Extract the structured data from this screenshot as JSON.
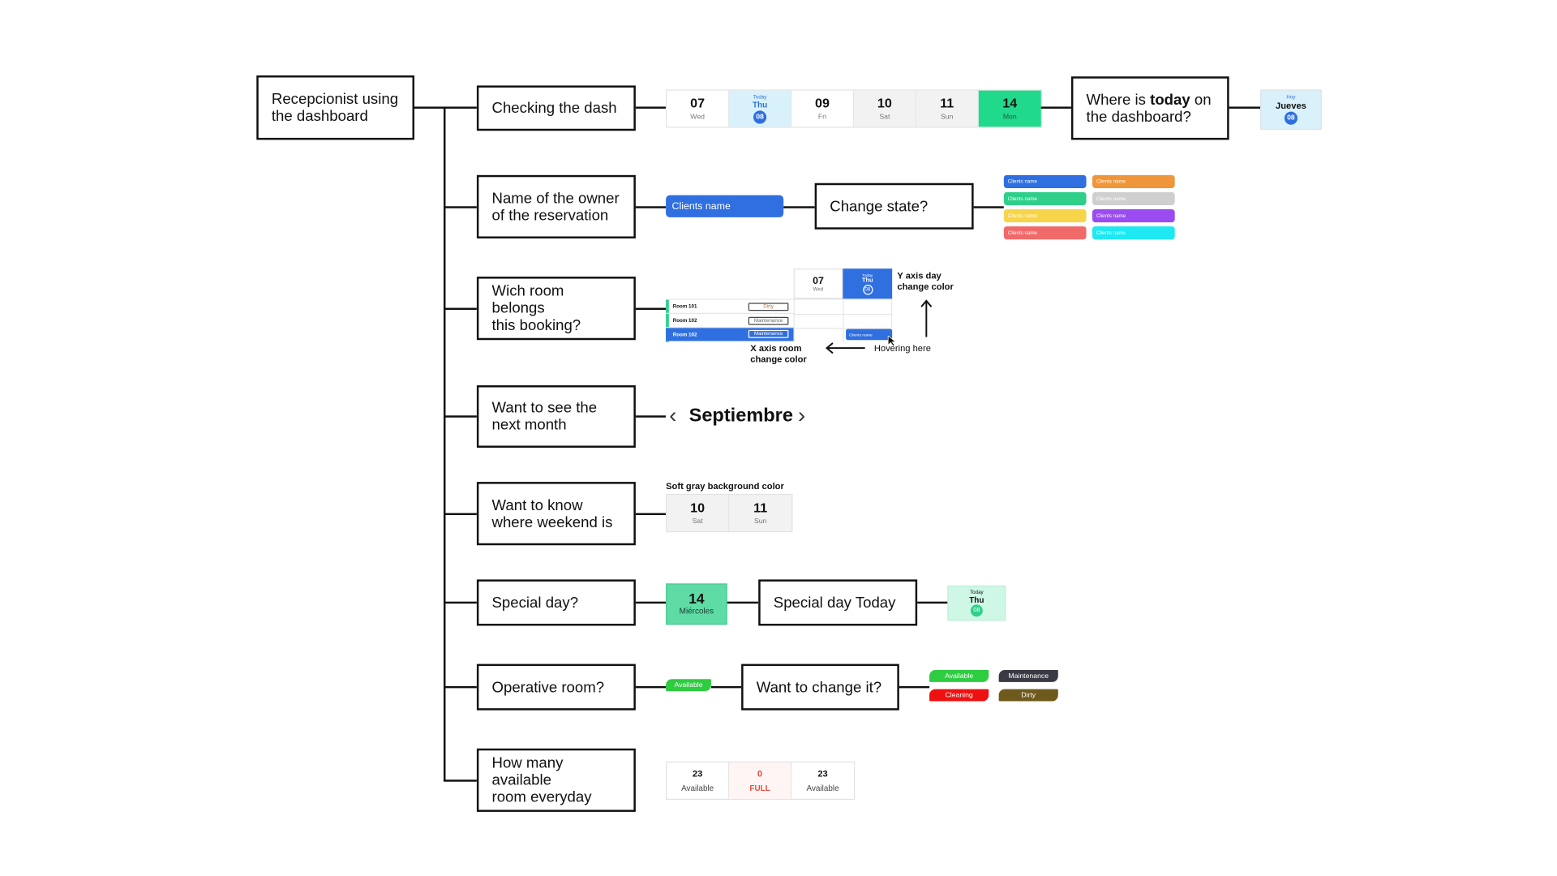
{
  "root": {
    "label": "Recepcionist using\nthe dashboard"
  },
  "questions": {
    "q1": "Checking the dash",
    "q2": "Name of the owner\nof the reservation",
    "q3": "Wich room belongs\nthis booking?",
    "q4": "Want to see the\nnext month",
    "q5": "Want to know\nwhere weekend is",
    "q6": "Special day?",
    "q7": "Operative room?",
    "q8": "How many available\nroom everyday"
  },
  "followups": {
    "today_q_pre": "Where is ",
    "today_q_bold": "today",
    "today_q_post": " on\nthe dashboard?",
    "change_state": "Change state?",
    "special_today": "Special day Today",
    "change_it": "Want to change it?"
  },
  "dash_calendar": [
    {
      "num": "07",
      "dow": "Wed"
    },
    {
      "today_label": "Today",
      "weekday": "Thu",
      "num": "08"
    },
    {
      "num": "09",
      "dow": "Fri"
    },
    {
      "num": "10",
      "dow": "Sat"
    },
    {
      "num": "11",
      "dow": "Sun"
    },
    {
      "num": "14",
      "dow": "Mon"
    }
  ],
  "spanish_today": {
    "label": "Hoy",
    "weekday": "Jueves",
    "num": "08"
  },
  "client_chip": "Clients name",
  "state_chips": [
    {
      "label": "Clients name",
      "color": "#2f6fe0"
    },
    {
      "label": "Clients name",
      "color": "#f0963a"
    },
    {
      "label": "Clients name",
      "color": "#2fcf8a"
    },
    {
      "label": "Clients name",
      "color": "#cfcfcf"
    },
    {
      "label": "Clients name",
      "color": "#f7d54a"
    },
    {
      "label": "Clients name",
      "color": "#9b4cf0"
    },
    {
      "label": "Clients name",
      "color": "#f06a6a"
    },
    {
      "label": "Clients name",
      "color": "#1ee8f2"
    }
  ],
  "rooms": [
    {
      "name": "Room 101",
      "status": "Dirty"
    },
    {
      "name": "Room 102",
      "status": "Maintenance"
    },
    {
      "name": "Room 102",
      "status": "Maintenance"
    }
  ],
  "hover_demo": {
    "day_num": "07",
    "day_dow": "Wed",
    "today_label": "Today",
    "today_weekday": "Thu",
    "today_num": "08",
    "booking_chip": "Clients name",
    "y_note": "Y axis day\nchange color",
    "x_note": "X axis room\nchange color",
    "hover_note": "Hovering here"
  },
  "month_nav": {
    "month": "Septiembre",
    "prev": "‹",
    "next": "›"
  },
  "weekend": {
    "note": "Soft gray background color",
    "days": [
      {
        "num": "10",
        "dow": "Sat"
      },
      {
        "num": "11",
        "dow": "Sun"
      }
    ]
  },
  "special_day": {
    "num": "14",
    "dow": "Miércoles"
  },
  "special_today_cell": {
    "label": "Today",
    "weekday": "Thu",
    "num": "08"
  },
  "operative": {
    "badge": "Available"
  },
  "status_options": [
    {
      "label": "Available",
      "color": "#2ecc40"
    },
    {
      "label": "Maintenance",
      "color": "#3a3a45"
    },
    {
      "label": "Cleaning",
      "color": "#ee1111"
    },
    {
      "label": "Dirty",
      "color": "#6f5a1d"
    }
  ],
  "availability": [
    {
      "count": "23",
      "label": "Available"
    },
    {
      "count": "0",
      "label": "FULL"
    },
    {
      "count": "23",
      "label": "Available"
    }
  ],
  "colors": {
    "blue": "#2f6fe0",
    "today_bg": "#d8f1fb",
    "green_special": "#20d98a",
    "mint": "#5fdba6",
    "mint_light": "#cff7e6",
    "weekend_gray": "#f2f2f2",
    "full_red": "#e74c3c"
  }
}
